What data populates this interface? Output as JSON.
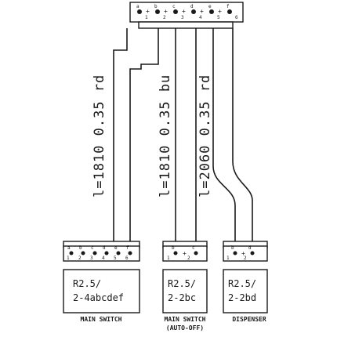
{
  "top_connector": {
    "pins": [
      {
        "letter": "a",
        "number": "1"
      },
      {
        "letter": "b",
        "number": "2"
      },
      {
        "letter": "c",
        "number": "3"
      },
      {
        "letter": "d",
        "number": "4"
      },
      {
        "letter": "e",
        "number": "5"
      },
      {
        "letter": "f",
        "number": "6"
      }
    ]
  },
  "wires": [
    {
      "label": "l=1810  0.35  rd"
    },
    {
      "label": "l=1810  0.35  bu"
    },
    {
      "label": "l=2060  0.35  rd"
    }
  ],
  "components": [
    {
      "pins": [
        {
          "letter": "a",
          "number": "1"
        },
        {
          "letter": "b",
          "number": "2"
        },
        {
          "letter": "c",
          "number": "3"
        },
        {
          "letter": "d",
          "number": "4"
        },
        {
          "letter": "e",
          "number": "5"
        },
        {
          "letter": "f",
          "number": "6"
        }
      ],
      "spec_line1": "R2.5/",
      "spec_line2": "2-4abcdef",
      "caption_line1": "MAIN SWITCH",
      "caption_line2": ""
    },
    {
      "pins": [
        {
          "letter": "b",
          "number": "1"
        },
        {
          "letter": "c",
          "number": "2"
        }
      ],
      "spec_line1": "R2.5/",
      "spec_line2": "2-2bc",
      "caption_line1": "MAIN SWITCH",
      "caption_line2": "(AUTO-OFF)"
    },
    {
      "pins": [
        {
          "letter": "b",
          "number": "1"
        },
        {
          "letter": "d",
          "number": "2"
        }
      ],
      "spec_line1": "R2.5/",
      "spec_line2": "2-2bd",
      "caption_line1": "DISPENSER",
      "caption_line2": ""
    }
  ]
}
